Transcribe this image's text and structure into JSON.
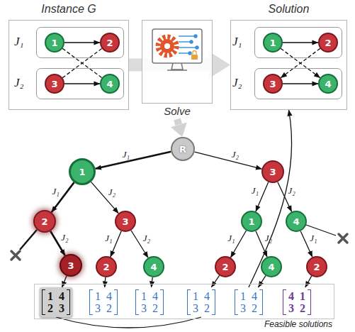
{
  "diagram": {
    "nodes": [
      {
        "text": [
          "Instance G"
        ]
      },
      {
        "text": [
          "J₁"
        ],
        "in": 0
      },
      {
        "text": [
          "1"
        ],
        "in": 1
      },
      {
        "text": [
          "2"
        ],
        "in": 1
      },
      {
        "text": [
          "J₂"
        ],
        "in": 0
      },
      {
        "text": [
          "3"
        ],
        "in": 4
      },
      {
        "text": [
          "4"
        ],
        "in": 4
      },
      {
        "text": [
          "Solve"
        ]
      },
      {
        "text": [
          "Solution"
        ]
      },
      {
        "text": [
          "J₁"
        ],
        "in": 8
      },
      {
        "text": [
          "1"
        ],
        "in": 9
      },
      {
        "text": [
          "2"
        ],
        "in": 9
      },
      {
        "text": [
          "J₂"
        ],
        "in": 8
      },
      {
        "text": [
          "3"
        ],
        "in": 12
      },
      {
        "text": [
          "4"
        ],
        "in": 12
      },
      {
        "text": [
          "R"
        ]
      },
      {
        "text": [
          "1"
        ]
      },
      {
        "text": [
          "2"
        ]
      },
      {
        "text": [
          "3"
        ]
      },
      {
        "text": [
          "3"
        ]
      },
      {
        "text": [
          "2"
        ]
      },
      {
        "text": [
          "4"
        ]
      },
      {
        "text": [
          "3"
        ]
      },
      {
        "text": [
          "1"
        ]
      },
      {
        "text": [
          "2"
        ]
      },
      {
        "text": [
          "4"
        ]
      },
      {
        "text": [
          "4"
        ]
      },
      {
        "text": [
          "2"
        ]
      },
      {
        "text": [
          "Feasible solutions"
        ]
      },
      {
        "text": [
          "1",
          "4",
          "2",
          "3"
        ],
        "in": 28
      },
      {
        "text": [
          "1",
          "4",
          "3",
          "2"
        ],
        "in": 28
      },
      {
        "text": [
          "1",
          "4",
          "3",
          "2"
        ],
        "in": 28
      },
      {
        "text": [
          "1",
          "4",
          "3",
          "2"
        ],
        "in": 28
      },
      {
        "text": [
          "1",
          "4",
          "3",
          "2"
        ],
        "in": 28
      },
      {
        "text": [
          "4",
          "1",
          "3",
          "2"
        ],
        "in": 28
      }
    ],
    "edges": [
      {
        "from": 2,
        "to": 3,
        "arrow": "to"
      },
      {
        "from": 5,
        "to": 6,
        "arrow": "to"
      },
      {
        "from": 2,
        "to": 6,
        "arrow": "none"
      },
      {
        "from": 5,
        "to": 3,
        "arrow": "none"
      },
      {
        "from": 10,
        "to": 11,
        "arrow": "to"
      },
      {
        "from": 13,
        "to": 14,
        "arrow": "to"
      },
      {
        "from": 11,
        "to": 13,
        "arrow": "to"
      },
      {
        "from": 10,
        "to": 14,
        "arrow": "to"
      },
      {
        "from": 0,
        "to": 8,
        "arrow": "to"
      },
      {
        "from": 7,
        "to": 15,
        "arrow": "to"
      },
      {
        "from": 15,
        "to": 16,
        "label": "J₁",
        "arrow": "to"
      },
      {
        "from": 15,
        "to": 22,
        "label": "J₂",
        "arrow": "to"
      },
      {
        "from": 16,
        "to": 17,
        "label": "J₁",
        "arrow": "to"
      },
      {
        "from": 16,
        "to": 19,
        "label": "J₂",
        "arrow": "to"
      },
      {
        "from": 17,
        "to": 18,
        "label": "J₂",
        "arrow": "to"
      },
      {
        "from": 19,
        "to": 20,
        "label": "J₁",
        "arrow": "to"
      },
      {
        "from": 19,
        "to": 21,
        "label": "J₂",
        "arrow": "to"
      },
      {
        "from": 22,
        "to": 23,
        "label": "J₁",
        "arrow": "to"
      },
      {
        "from": 22,
        "to": 26,
        "label": "J₂",
        "arrow": "to"
      },
      {
        "from": 23,
        "to": 24,
        "label": "J₁",
        "arrow": "to"
      },
      {
        "from": 23,
        "to": 25,
        "label": "J₂",
        "arrow": "to"
      },
      {
        "from": 26,
        "to": 27,
        "label": "J₁",
        "arrow": "to"
      },
      {
        "from": 18,
        "to": 29,
        "arrow": "to"
      },
      {
        "from": 20,
        "to": 30,
        "arrow": "to"
      },
      {
        "from": 21,
        "to": 31,
        "arrow": "to"
      },
      {
        "from": 24,
        "to": 32,
        "arrow": "to"
      },
      {
        "from": 25,
        "to": 33,
        "arrow": "to"
      },
      {
        "from": 27,
        "to": 34,
        "arrow": "to"
      },
      {
        "from": 29,
        "to": 32,
        "arrow": "none"
      },
      {
        "from": 33,
        "to": 8,
        "arrow": "to"
      }
    ]
  }
}
